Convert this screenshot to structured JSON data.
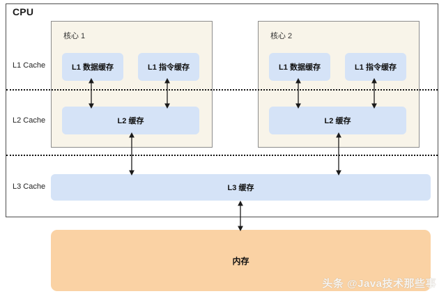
{
  "diagram": {
    "cpu": {
      "title": "CPU",
      "cores": [
        {
          "title": "核心 1",
          "l1_data": "L1 数据缓存",
          "l1_instruction": "L1 指令缓存",
          "l2": "L2 缓存"
        },
        {
          "title": "核心 2",
          "l1_data": "L1 数据缓存",
          "l1_instruction": "L1 指令缓存",
          "l2": "L2 缓存"
        }
      ],
      "l3": "L3 缓存"
    },
    "levels": {
      "l1": "L1 Cache",
      "l2": "L2 Cache",
      "l3": "L3 Cache"
    },
    "memory": "内存",
    "watermark": "头条 @Java技术那些事",
    "colors": {
      "cache_blue": "#d5e3f7",
      "core_bg": "#f8f4e9",
      "memory_orange": "#fad2a4",
      "frame_border": "#4d4d4d",
      "core_border": "#8c8c8c",
      "arrow": "#1a1a1a"
    },
    "arrows": {
      "l1_to_l2": "double-headed-vertical-arrow",
      "l2_to_l3": "double-headed-vertical-arrow",
      "l3_to_memory": "double-headed-vertical-arrow"
    }
  }
}
